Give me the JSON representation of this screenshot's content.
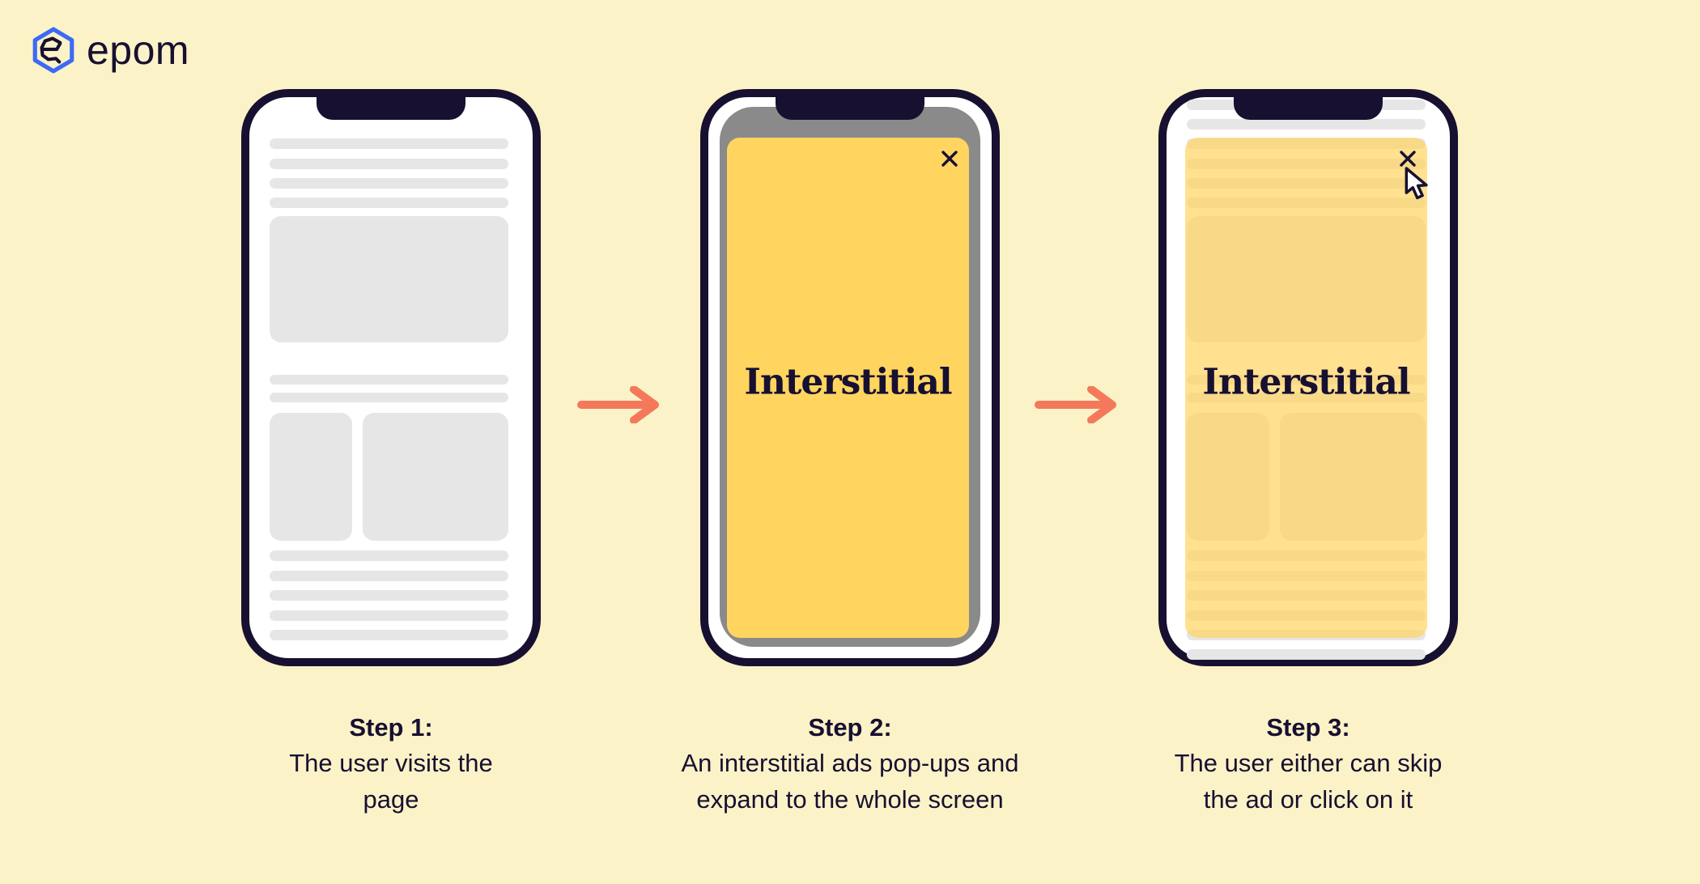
{
  "logo": {
    "text": "epom",
    "icon": "epom-hexagon-icon"
  },
  "steps": [
    {
      "title": "Step 1:",
      "description": "The user visits the page"
    },
    {
      "title": "Step 2:",
      "description": "An interstitial ads pop-ups and expand to the whole screen"
    },
    {
      "title": "Step 3:",
      "description": "The user either can skip the ad or click on it"
    }
  ],
  "phones": [
    {
      "name": "page-wireframe"
    },
    {
      "name": "interstitial-fullscreen",
      "ad_label": "Interstitial",
      "close_icon": "close-icon"
    },
    {
      "name": "interstitial-overlay",
      "ad_label": "Interstitial",
      "close_icon": "close-icon",
      "cursor_icon": "cursor-icon"
    }
  ],
  "colors": {
    "background": "#FCF2C7",
    "navy": "#171031",
    "phone_screen_dim": "#8A8A8A",
    "skeleton_gray": "#E6E6E6",
    "ad_yellow": "#FFD55F",
    "ad_overlay_yellow": "rgba(255,211,92,0.68)",
    "arrow_coral": "#F4795B",
    "logo_blue": "#3C6AF5"
  }
}
